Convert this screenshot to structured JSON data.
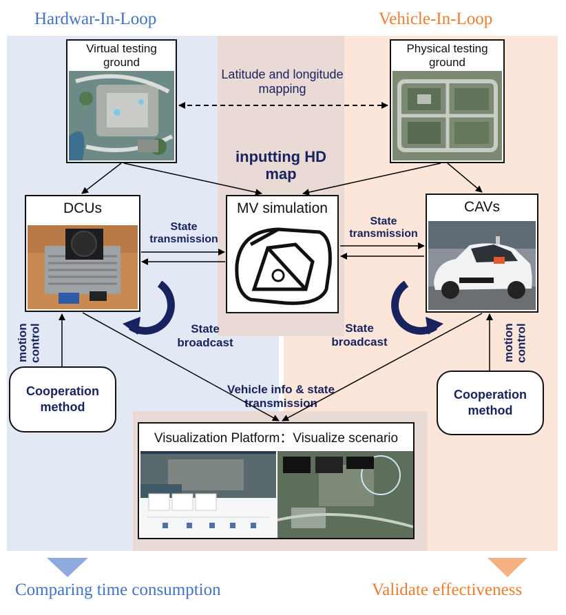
{
  "headers": {
    "left": "Hardwar-In-Loop",
    "right": "Vehicle-In-Loop"
  },
  "footers": {
    "left": "Comparing time consumption",
    "right": "Validate effectiveness"
  },
  "boxes": {
    "virtual_ground": {
      "line1": "Virtual testing",
      "line2": "ground"
    },
    "physical_ground": {
      "line1": "Physical testing",
      "line2": "ground"
    },
    "dcus": "DCUs",
    "mv_sim": "MV simulation",
    "cavs": "CAVs",
    "visualization": "Visualization Platform：Visualize scenario"
  },
  "labels": {
    "lat_long": {
      "line1": "Latitude and longitude",
      "line2": "mapping"
    },
    "hd_map": {
      "line1": "inputting HD",
      "line2": "map"
    },
    "state_tx_left": {
      "line1": "State",
      "line2": "transmission"
    },
    "state_tx_right": {
      "line1": "State",
      "line2": "transmission"
    },
    "broadcast_left": {
      "line1": "State",
      "line2": "broadcast"
    },
    "broadcast_right": {
      "line1": "State",
      "line2": "broadcast"
    },
    "motion_left": {
      "line1": "motion",
      "line2": "control"
    },
    "motion_right": {
      "line1": "motion",
      "line2": "control"
    },
    "vehicle_info": {
      "line1": "Vehicle info & state",
      "line2": "transmission"
    }
  },
  "cooperation": {
    "left": {
      "line1": "Cooperation",
      "line2": "method"
    },
    "right": {
      "line1": "Cooperation",
      "line2": "method"
    }
  },
  "colors": {
    "hil_bg": "#e3e9f4",
    "vil_bg": "#fbe6d9",
    "mid_bg": "#eadad6",
    "hil_text": "#4472c4",
    "vil_text": "#ed7d31",
    "label_navy": "#17225e"
  }
}
